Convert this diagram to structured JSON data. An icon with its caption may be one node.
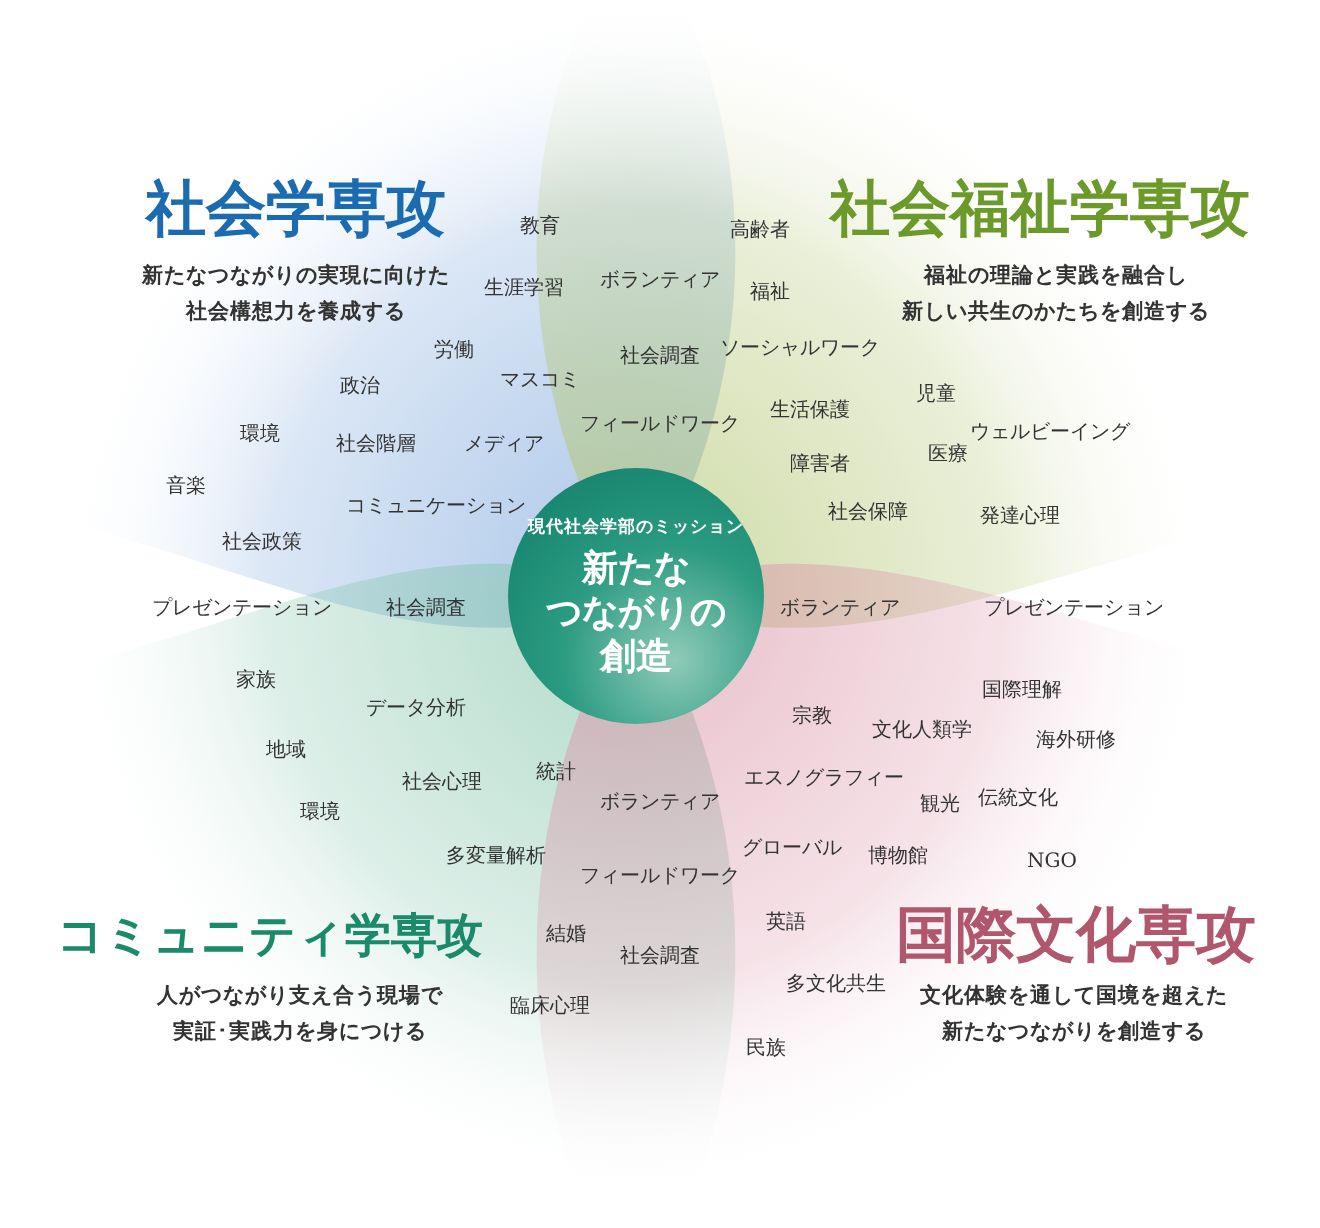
{
  "diagram": {
    "nodes": [
      {
        "text": [
          "現代社会学部のミッション",
          "新たなつながりの創造"
        ]
      },
      {
        "text": [
          "社会学専攻",
          "新たなつながりの実現に向けた",
          "社会構想力を養成する"
        ]
      },
      {
        "text": [
          "社会福祉学専攻",
          "福祉の理論と実践を融合し",
          "新しい共生のかたちを創造する"
        ]
      },
      {
        "text": [
          "コミュニティ学専攻",
          "人がつながり支え合う現場で",
          "実証･実践力を身につける"
        ]
      },
      {
        "text": [
          "国際文化専攻",
          "文化体験を通して国境を超えた",
          "新たなつながりを創造する"
        ]
      }
    ],
    "labels": [
      "教育",
      "生涯学習",
      "ボランティア",
      "労働",
      "マスコミ",
      "社会調査",
      "政治",
      "フィールドワーク",
      "環境",
      "社会階層",
      "メディア",
      "音楽",
      "コミュニケーション",
      "社会政策",
      "プレゼンテーション",
      "社会調査",
      "高齢者",
      "福祉",
      "ソーシャルワーク",
      "児童",
      "生活保護",
      "ウェルビーイング",
      "障害者",
      "医療",
      "社会保障",
      "発達心理",
      "ボランティア",
      "プレゼンテーション",
      "家族",
      "データ分析",
      "地域",
      "社会心理",
      "統計",
      "環境",
      "ボランティア",
      "多変量解析",
      "フィールドワーク",
      "結婚",
      "社会調査",
      "臨床心理",
      "国際理解",
      "宗教",
      "文化人類学",
      "海外研修",
      "エスノグラフィー",
      "観光",
      "伝統文化",
      "グローバル",
      "博物館",
      "NGO",
      "英語",
      "多文化共生",
      "民族"
    ]
  }
}
